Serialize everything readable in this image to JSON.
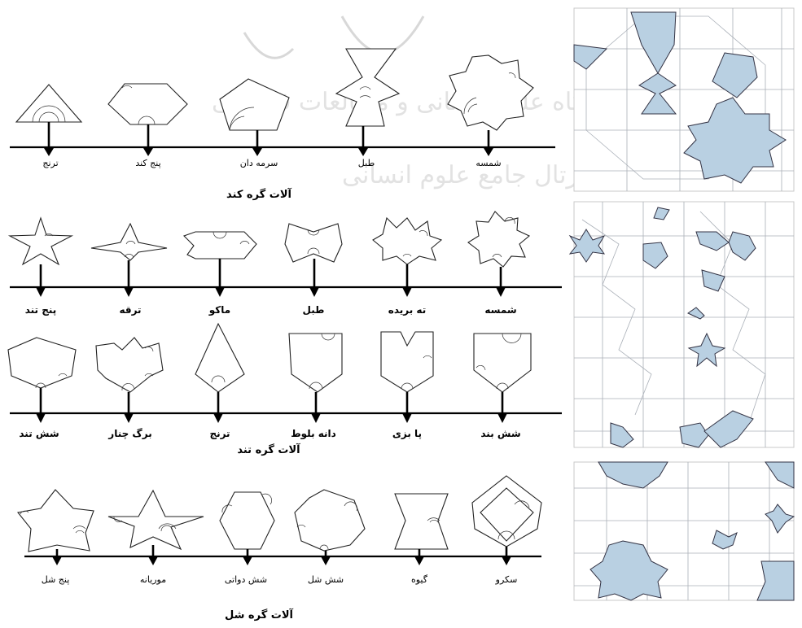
{
  "watermark": {
    "line1": "پژوهشگاه علوم انسانی و مطالعات فرهنگی",
    "line2": "پرتال جامع علوم انسانی"
  },
  "group_kond": {
    "title": "آلات گره کند",
    "labels": [
      "ترنج",
      "پنج کند",
      "سرمه دان",
      "طبل",
      "شمسه"
    ]
  },
  "group_tond": {
    "title": "آلات گره تند",
    "row1_labels": [
      "پنج تند",
      "ترقه",
      "ماکو",
      "طبل",
      "ته بریده",
      "شمسه"
    ],
    "row2_labels": [
      "شش تند",
      "برگ چنار",
      "ترنج",
      "دانه بلوط",
      "پا بزی",
      "شش بند"
    ]
  },
  "group_shol": {
    "title": "آلات گره شل",
    "labels": [
      "پنج شل",
      "موریانه",
      "شش دواتی",
      "شش شل",
      "گیوه",
      "سکرو"
    ]
  },
  "colors": {
    "fill": "#b9d0e2",
    "line": "#000000"
  }
}
